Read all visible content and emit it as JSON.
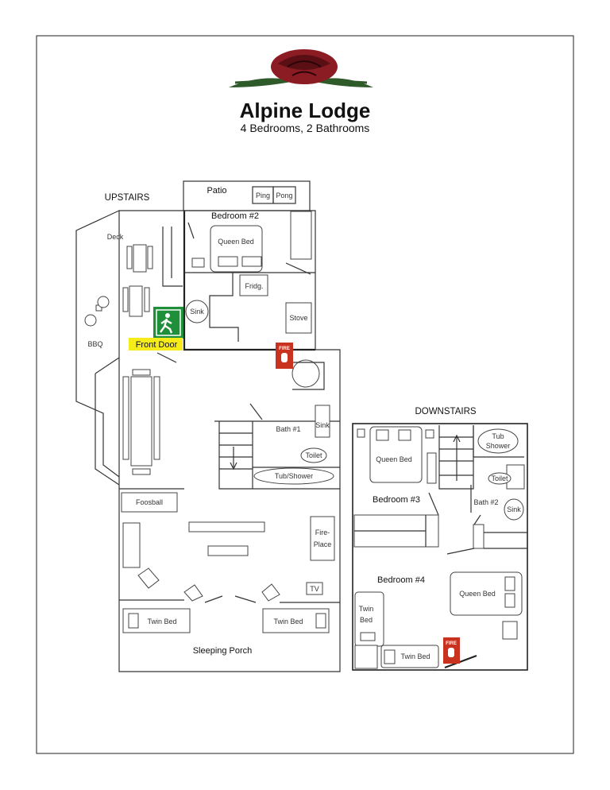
{
  "header": {
    "title": "Alpine Lodge",
    "subtitle": "4 Bedrooms, 2 Bathrooms"
  },
  "colors": {
    "exit_sign": "#1f8f3a",
    "front_door_highlight": "#f5ec1a",
    "fire_sign": "#c8321e",
    "logo_rose": "#8b1c24",
    "logo_leaves": "#2f5a2a"
  },
  "upstairs": {
    "heading": "UPSTAIRS",
    "patio": "Patio",
    "ping": "Ping",
    "pong": "Pong",
    "bedroom2": "Bedroom #2",
    "queen_bed": "Queen Bed",
    "deck": "Deck",
    "fridge": "Fridg.",
    "sink": "Sink",
    "stove": "Stove",
    "bbq": "BBQ",
    "front_door": "Front Door",
    "bath1": "Bath #1",
    "bath_sink": "Sink",
    "toilet": "Toilet",
    "tub_shower": "Tub/Shower",
    "foosball": "Foosball",
    "fireplace_1": "Fire-",
    "fireplace_2": "Place",
    "tv": "TV",
    "twin_bed_left": "Twin Bed",
    "twin_bed_right": "Twin Bed",
    "sleeping_porch": "Sleeping Porch",
    "fire_sign": "FIRE"
  },
  "downstairs": {
    "heading": "DOWNSTAIRS",
    "tub_1": "Tub",
    "tub_2": "Shower",
    "queen_bed_3": "Queen Bed",
    "toilet": "Toilet",
    "bedroom3": "Bedroom #3",
    "bath2": "Bath #2",
    "sink": "Sink",
    "bedroom4": "Bedroom #4",
    "queen_bed_4": "Queen Bed",
    "twin_1": "Twin",
    "twin_2": "Bed",
    "twin_bed": "Twin Bed",
    "fire_sign": "FIRE"
  }
}
